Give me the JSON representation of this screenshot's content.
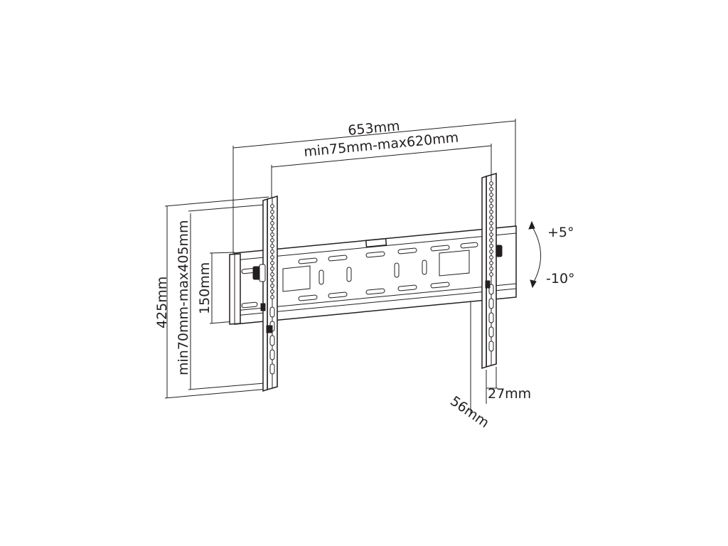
{
  "labels": {
    "overall_width": "653mm",
    "hole_spacing_width": "min75mm-max620mm",
    "overall_height": "425mm",
    "hole_spacing_height": "min70mm-max405mm",
    "plate_height": "150mm",
    "depth_min": "27mm",
    "depth_max": "56mm",
    "tilt_up": "+5°",
    "tilt_down": "-10°"
  },
  "tilt": {
    "up_degrees": 5,
    "down_degrees": -10
  }
}
